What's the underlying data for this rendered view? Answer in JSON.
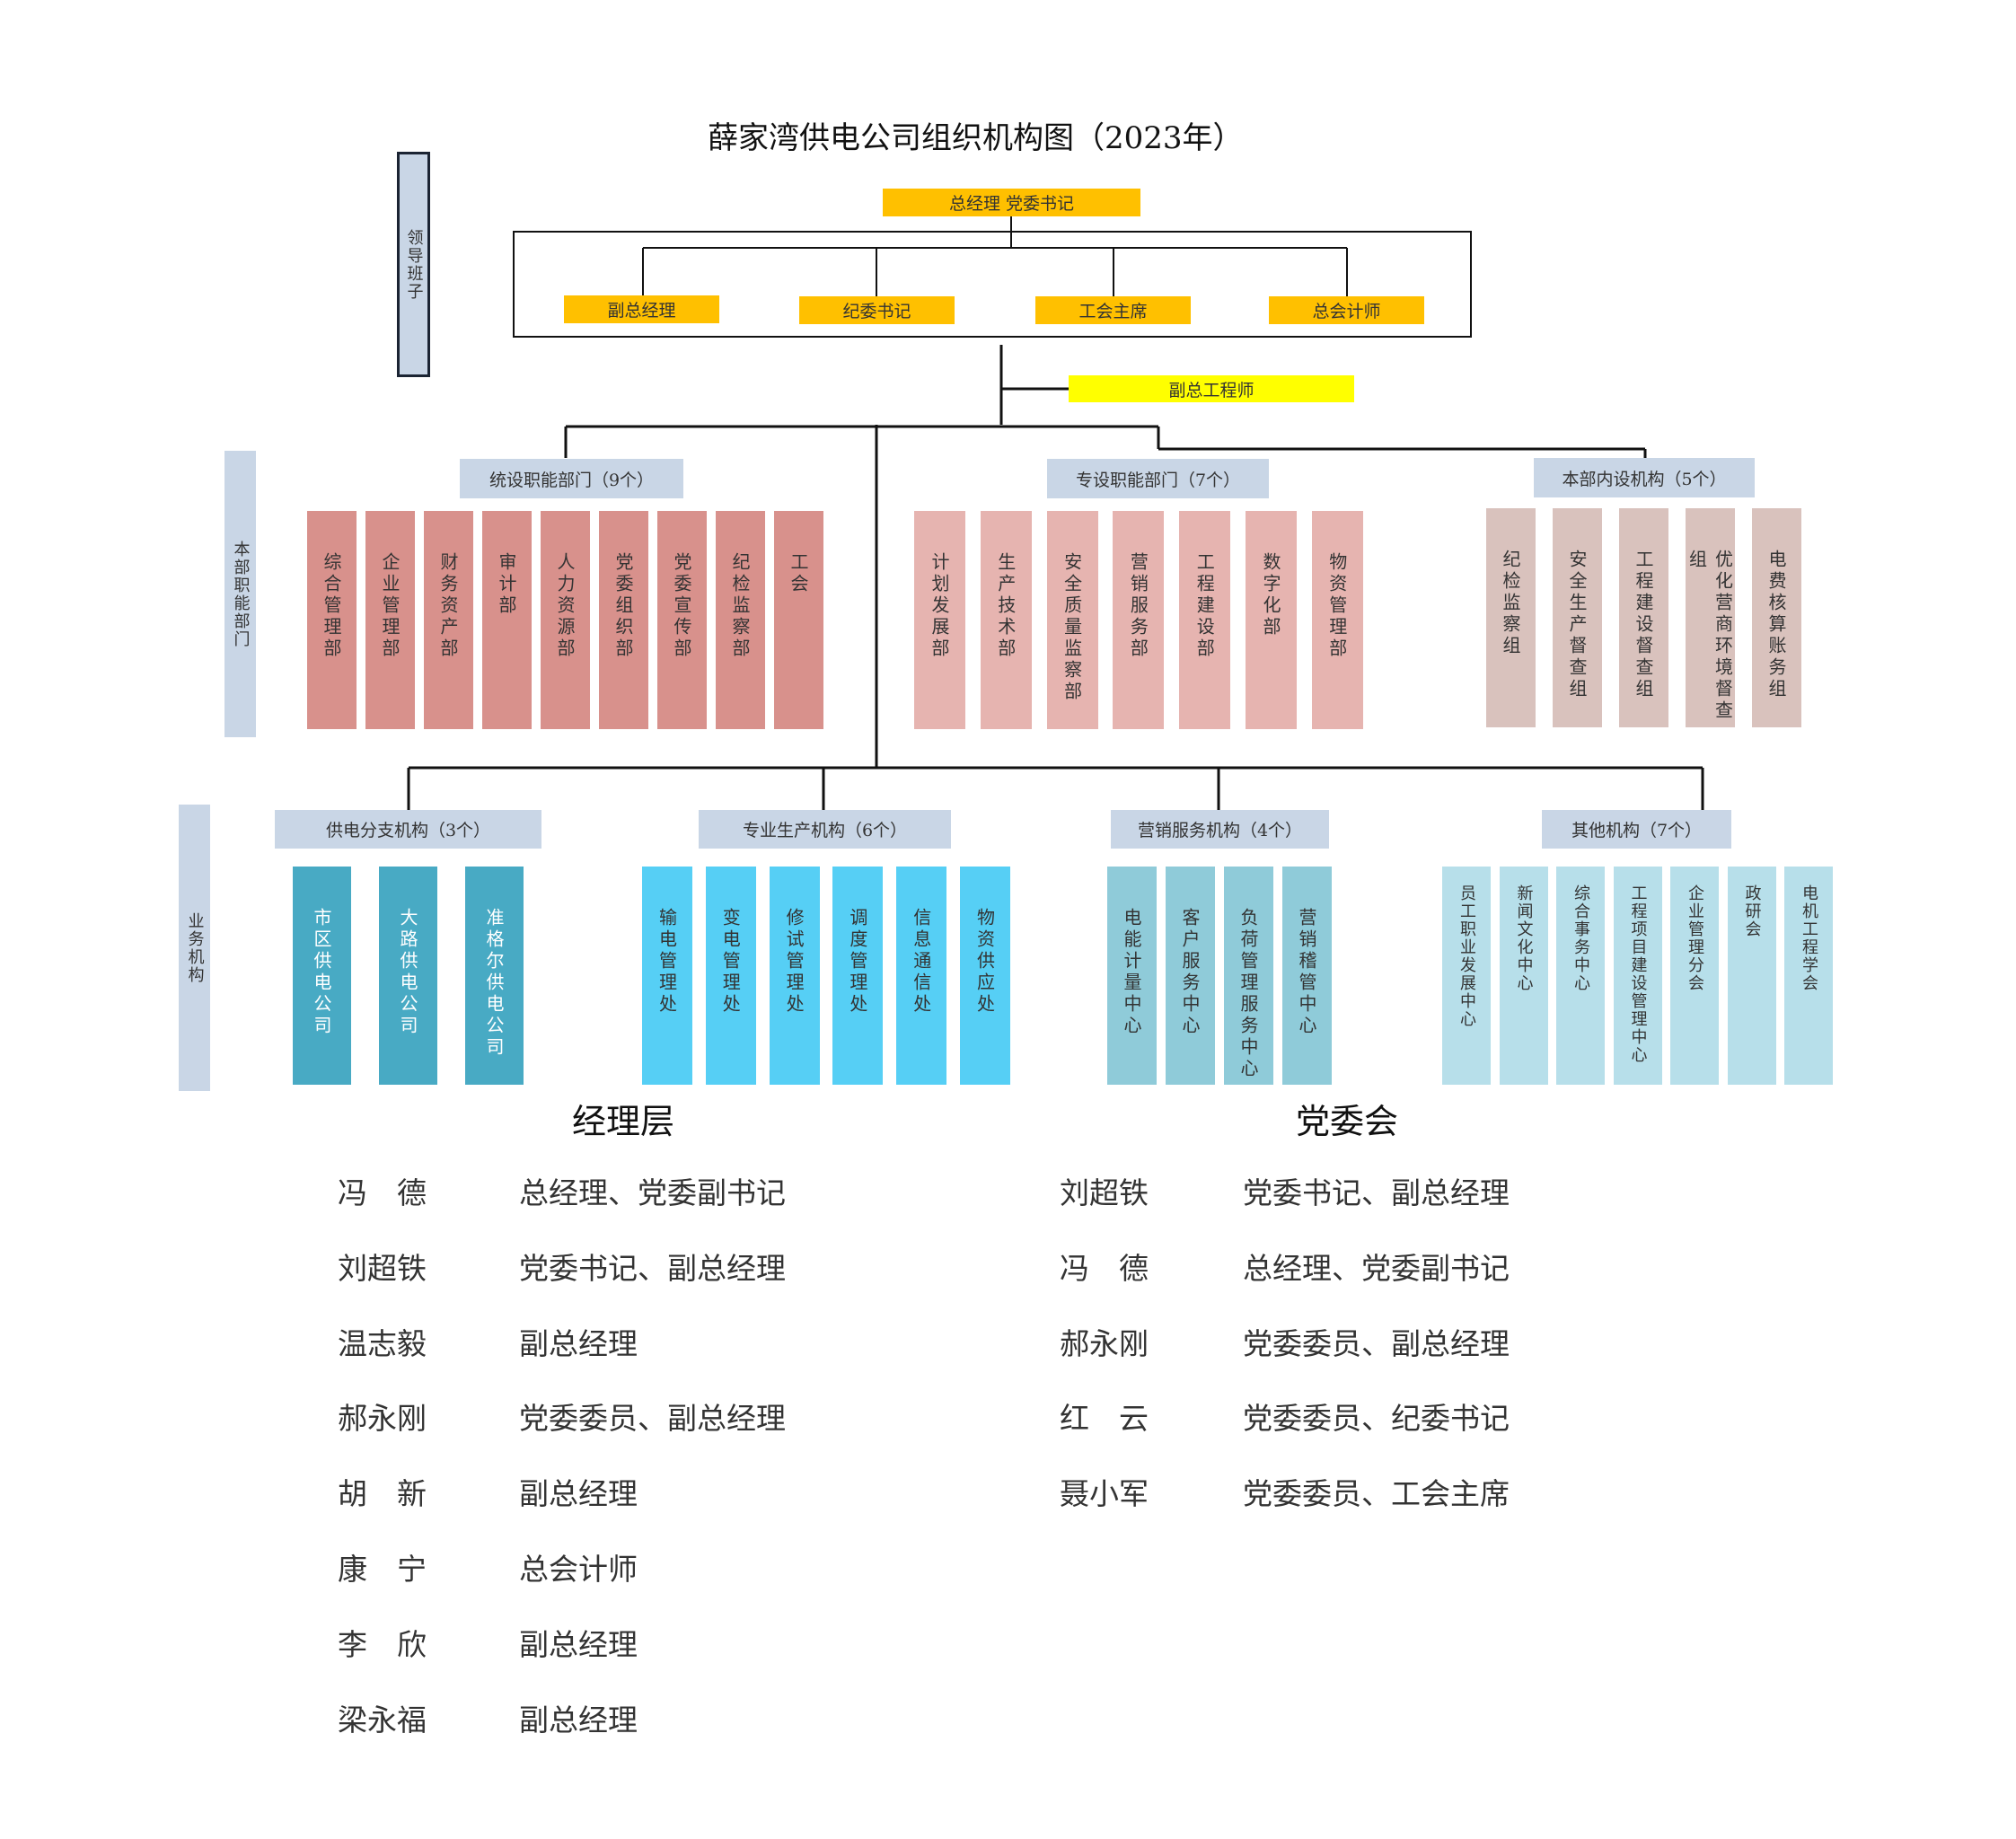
{
  "title": "薛家湾供电公司组织机构图（2023年）",
  "colors": {
    "leader": "#ffc000",
    "chief_engineer": "#ffff00",
    "section_header": "#c9d6e6",
    "unified_dept": "#d8918c",
    "special_dept": "#e6b4b0",
    "internal_dept": "#d9c2bd",
    "branch": "#48aac4",
    "production": "#56cff5",
    "marketing": "#8fcbd9",
    "other": "#b7dfea"
  },
  "leadership": {
    "side_label": "领导班子",
    "top": "总经理    党委书记",
    "deputies": [
      "副总经理",
      "纪委书记",
      "工会主席",
      "总会计师"
    ],
    "chief_engineer": "副总工程师"
  },
  "headquarters": {
    "side_label": "本部职能部门",
    "groups": [
      {
        "header": "统设职能部门（9个）",
        "depts": [
          "综合管理部",
          "企业管理部",
          "财务资产部",
          "审计部",
          "人力资源部",
          "党委组织部",
          "党委宣传部",
          "纪检监察部",
          "工会"
        ]
      },
      {
        "header": "专设职能部门（7个）",
        "depts": [
          "计划发展部",
          "生产技术部",
          "安全质量监察部",
          "营销服务部",
          "工程建设部",
          "数字化部",
          "物资管理部"
        ]
      },
      {
        "header": "本部内设机构（5个）",
        "depts": [
          "纪检监察组",
          "安全生产督查组",
          "工程建设督查组",
          "优化营商环境督查组",
          "电费核算账务组"
        ]
      }
    ]
  },
  "business": {
    "side_label": "业务机构",
    "groups": [
      {
        "header": "供电分支机构（3个）",
        "units": [
          "市区供电公司",
          "大路供电公司",
          "准格尔供电公司"
        ]
      },
      {
        "header": "专业生产机构（6个）",
        "units": [
          "输电管理处",
          "变电管理处",
          "修试管理处",
          "调度管理处",
          "信息通信处",
          "物资供应处"
        ]
      },
      {
        "header": "营销服务机构（4个）",
        "units": [
          "电能计量中心",
          "客户服务中心",
          "负荷管理服务中心",
          "营销稽管中心"
        ]
      },
      {
        "header": "其他机构（7个）",
        "units": [
          "员工职业发展中心",
          "新闻文化中心",
          "综合事务中心",
          "工程项目建设管理中心",
          "企业管理分会",
          "政研会",
          "电机工程学会"
        ]
      }
    ]
  },
  "manager_layer": {
    "title": "经理层",
    "members": [
      {
        "name": "冯　德",
        "role": "总经理、党委副书记"
      },
      {
        "name": "刘超铁",
        "role": "党委书记、副总经理"
      },
      {
        "name": "温志毅",
        "role": "副总经理"
      },
      {
        "name": "郝永刚",
        "role": "党委委员、副总经理"
      },
      {
        "name": "胡　新",
        "role": "副总经理"
      },
      {
        "name": "康　宁",
        "role": "总会计师"
      },
      {
        "name": "李　欣",
        "role": "副总经理"
      },
      {
        "name": "梁永福",
        "role": "副总经理"
      }
    ]
  },
  "party_committee": {
    "title": "党委会",
    "members": [
      {
        "name": "刘超铁",
        "role": "党委书记、副总经理"
      },
      {
        "name": "冯　德",
        "role": "总经理、党委副书记"
      },
      {
        "name": "郝永刚",
        "role": "党委委员、副总经理"
      },
      {
        "name": "红　云",
        "role": "党委委员、纪委书记"
      },
      {
        "name": "聂小军",
        "role": "党委委员、工会主席"
      }
    ]
  }
}
